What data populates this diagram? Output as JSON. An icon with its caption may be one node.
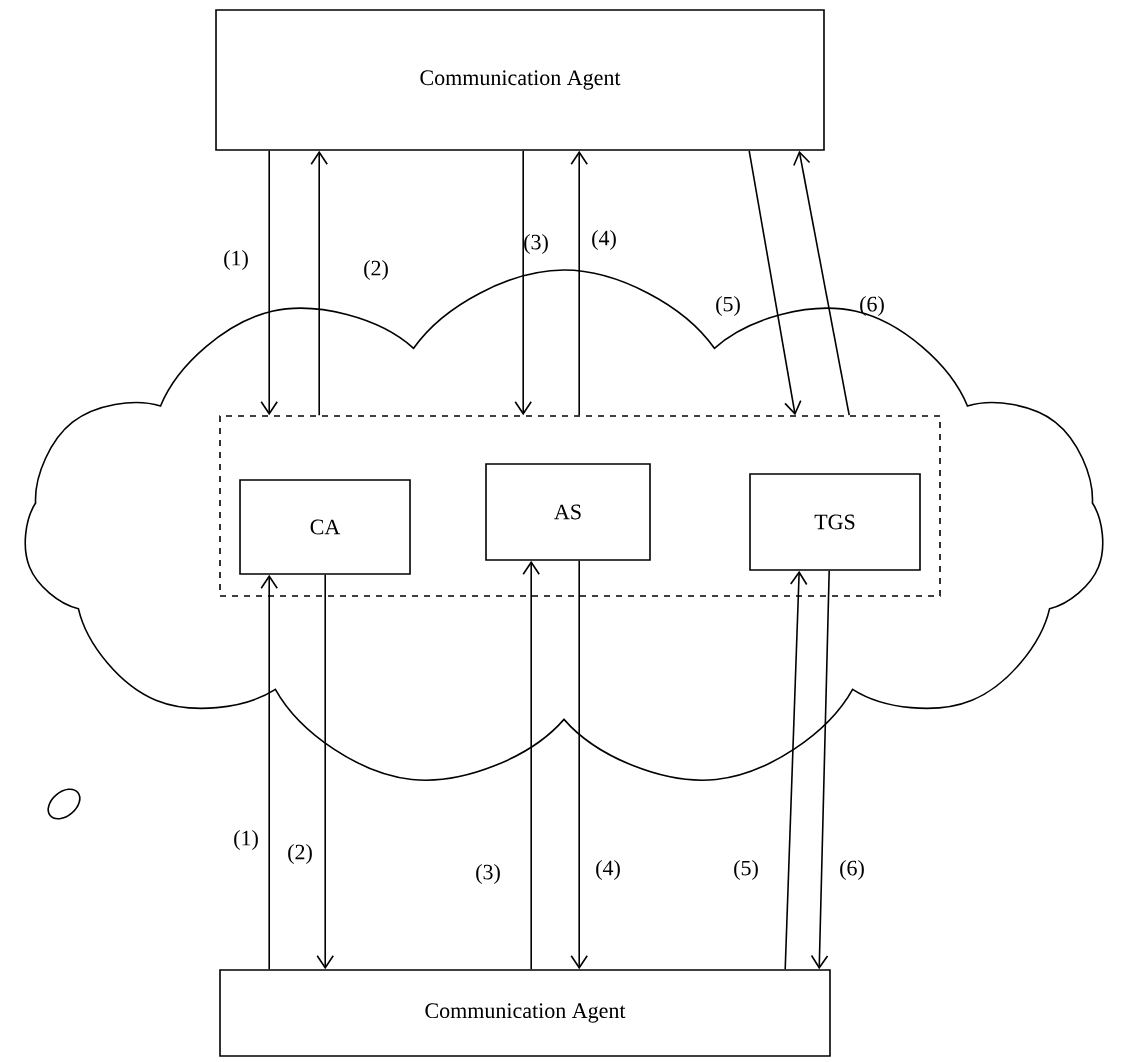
{
  "diagram": {
    "nodes": [
      {
        "text": [
          "Communication Agent"
        ]
      },
      {
        "text": [],
        "shape": "cloud"
      },
      {
        "text": [],
        "shape": "box",
        "in": 1
      },
      {
        "text": [
          "CA"
        ],
        "in": 2
      },
      {
        "text": [
          "AS"
        ],
        "in": 2
      },
      {
        "text": [
          "TGS"
        ],
        "in": 2
      },
      {
        "text": [
          "Communication Agent"
        ]
      }
    ],
    "edges": [
      {
        "from": 0,
        "to": 2,
        "arrow": "to",
        "label": "(1)"
      },
      {
        "from": 2,
        "to": 0,
        "arrow": "to",
        "label": "(2)"
      },
      {
        "from": 0,
        "to": 2,
        "arrow": "to",
        "label": "(3)"
      },
      {
        "from": 2,
        "to": 0,
        "arrow": "to",
        "label": "(4)"
      },
      {
        "from": 0,
        "to": 2,
        "arrow": "to",
        "label": "(5)"
      },
      {
        "from": 2,
        "to": 0,
        "arrow": "to",
        "label": "(6)"
      },
      {
        "from": 6,
        "to": 3,
        "arrow": "to",
        "label": "(1)"
      },
      {
        "from": 3,
        "to": 6,
        "arrow": "to",
        "label": "(2)"
      },
      {
        "from": 6,
        "to": 4,
        "arrow": "to",
        "label": "(3)"
      },
      {
        "from": 4,
        "to": 6,
        "arrow": "to",
        "label": "(4)"
      },
      {
        "from": 6,
        "to": 5,
        "arrow": "to",
        "label": "(5)"
      },
      {
        "from": 5,
        "to": 6,
        "arrow": "to",
        "label": "(6)"
      }
    ]
  }
}
